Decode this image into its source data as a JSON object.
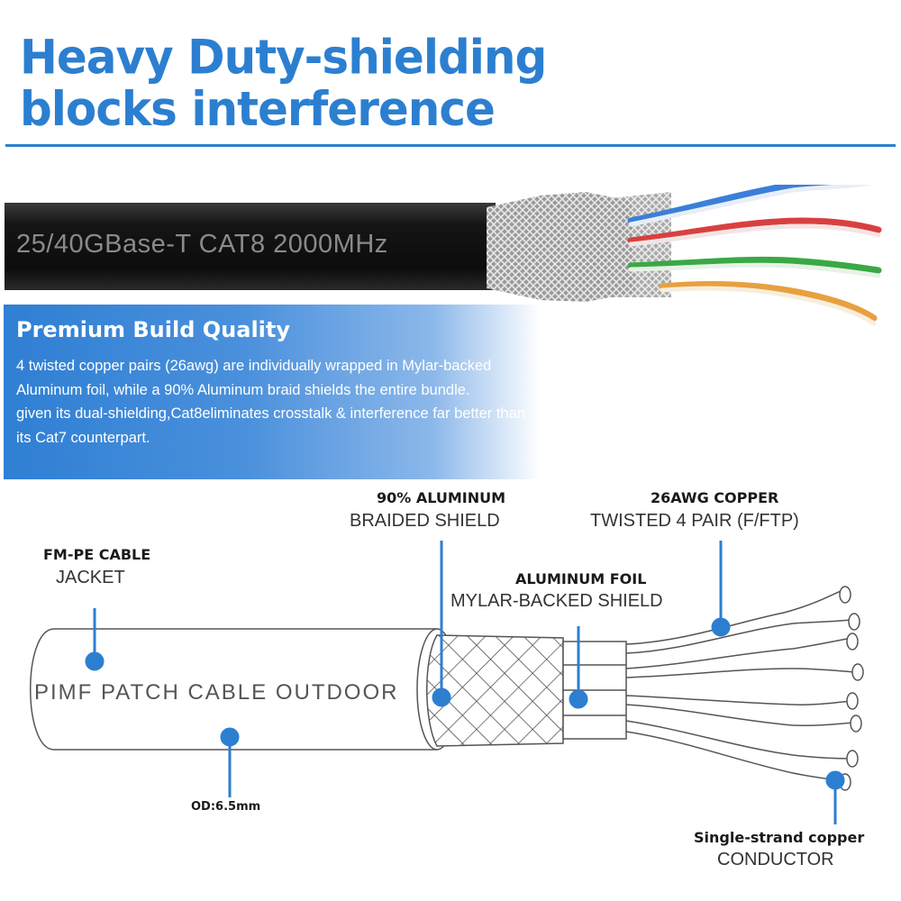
{
  "headline": {
    "line1": "Heavy Duty-shielding",
    "line2": "blocks  interference"
  },
  "cable_print": "25/40GBase-T  CAT8  2000MHz",
  "quality": {
    "title": "Premium Build Quality",
    "para1": "4 twisted copper pairs (26awg) are individually wrapped in Mylar-backed Aluminum foil, while a 90% Aluminum braid shields the entire bundle.",
    "para2": "given its dual-shielding,Cat8eliminates crosstalk & interference far better than its Cat7 counterpart."
  },
  "diagram": {
    "jacket_bold": "FM-PE CABLE",
    "jacket_norm": "JACKET",
    "braid_bold": "90% ALUMINUM",
    "braid_norm": "BRAIDED SHIELD",
    "foil_bold": "ALUMINUM FOIL",
    "foil_norm": "MYLAR-BACKED SHIELD",
    "pairs_bold": "26AWG COPPER",
    "pairs_norm": "TWISTED 4 PAIR (F/FTP)",
    "cable_text": "PIMF  PATCH  CABLE  OUTDOOR",
    "od": "OD:6.5mm",
    "conductor_bold": "Single-strand copper",
    "conductor_norm": "CONDUCTOR"
  },
  "colors": {
    "accent_blue": "#2c7fd0",
    "pair_colors": [
      "#3b7fd8",
      "#d84040",
      "#3aa845",
      "#e8a040"
    ]
  }
}
